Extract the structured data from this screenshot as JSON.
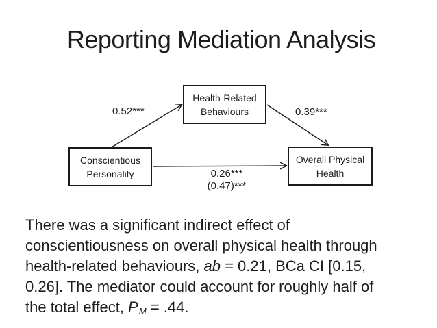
{
  "title": "Reporting Mediation Analysis",
  "diagram": {
    "mediator_box": {
      "line1": "Health-Related",
      "line2": "Behaviours"
    },
    "predictor_box": {
      "line1": "Conscientious",
      "line2": "Personality"
    },
    "outcome_box": {
      "line1": "Overall Physical",
      "line2": "Health"
    },
    "path_a_label": "0.52***",
    "path_b_label": "0.39***",
    "path_c_label": "0.26***",
    "path_c_total_label": "(0.47)***"
  },
  "body": {
    "lines": [
      [
        {
          "t": "There was a significant indirect effect of"
        }
      ],
      [
        {
          "t": "conscientiousness on overall physical health through"
        }
      ],
      [
        {
          "t": "health-related behaviours, "
        },
        {
          "t": "ab",
          "style": "italic"
        },
        {
          "t": " = 0.21, BCa CI [0.15,"
        }
      ],
      [
        {
          "t": "0.26]. The mediator could account for roughly half of"
        }
      ],
      [
        {
          "t": "the total effect, "
        },
        {
          "t": "P",
          "style": "italic"
        },
        {
          "t": "M",
          "style": "subscript-italic"
        },
        {
          "t": " = .44."
        }
      ]
    ]
  },
  "colors": {
    "background": "#ffffff",
    "text": "#1d1d1d",
    "line": "#1a1a1a"
  }
}
